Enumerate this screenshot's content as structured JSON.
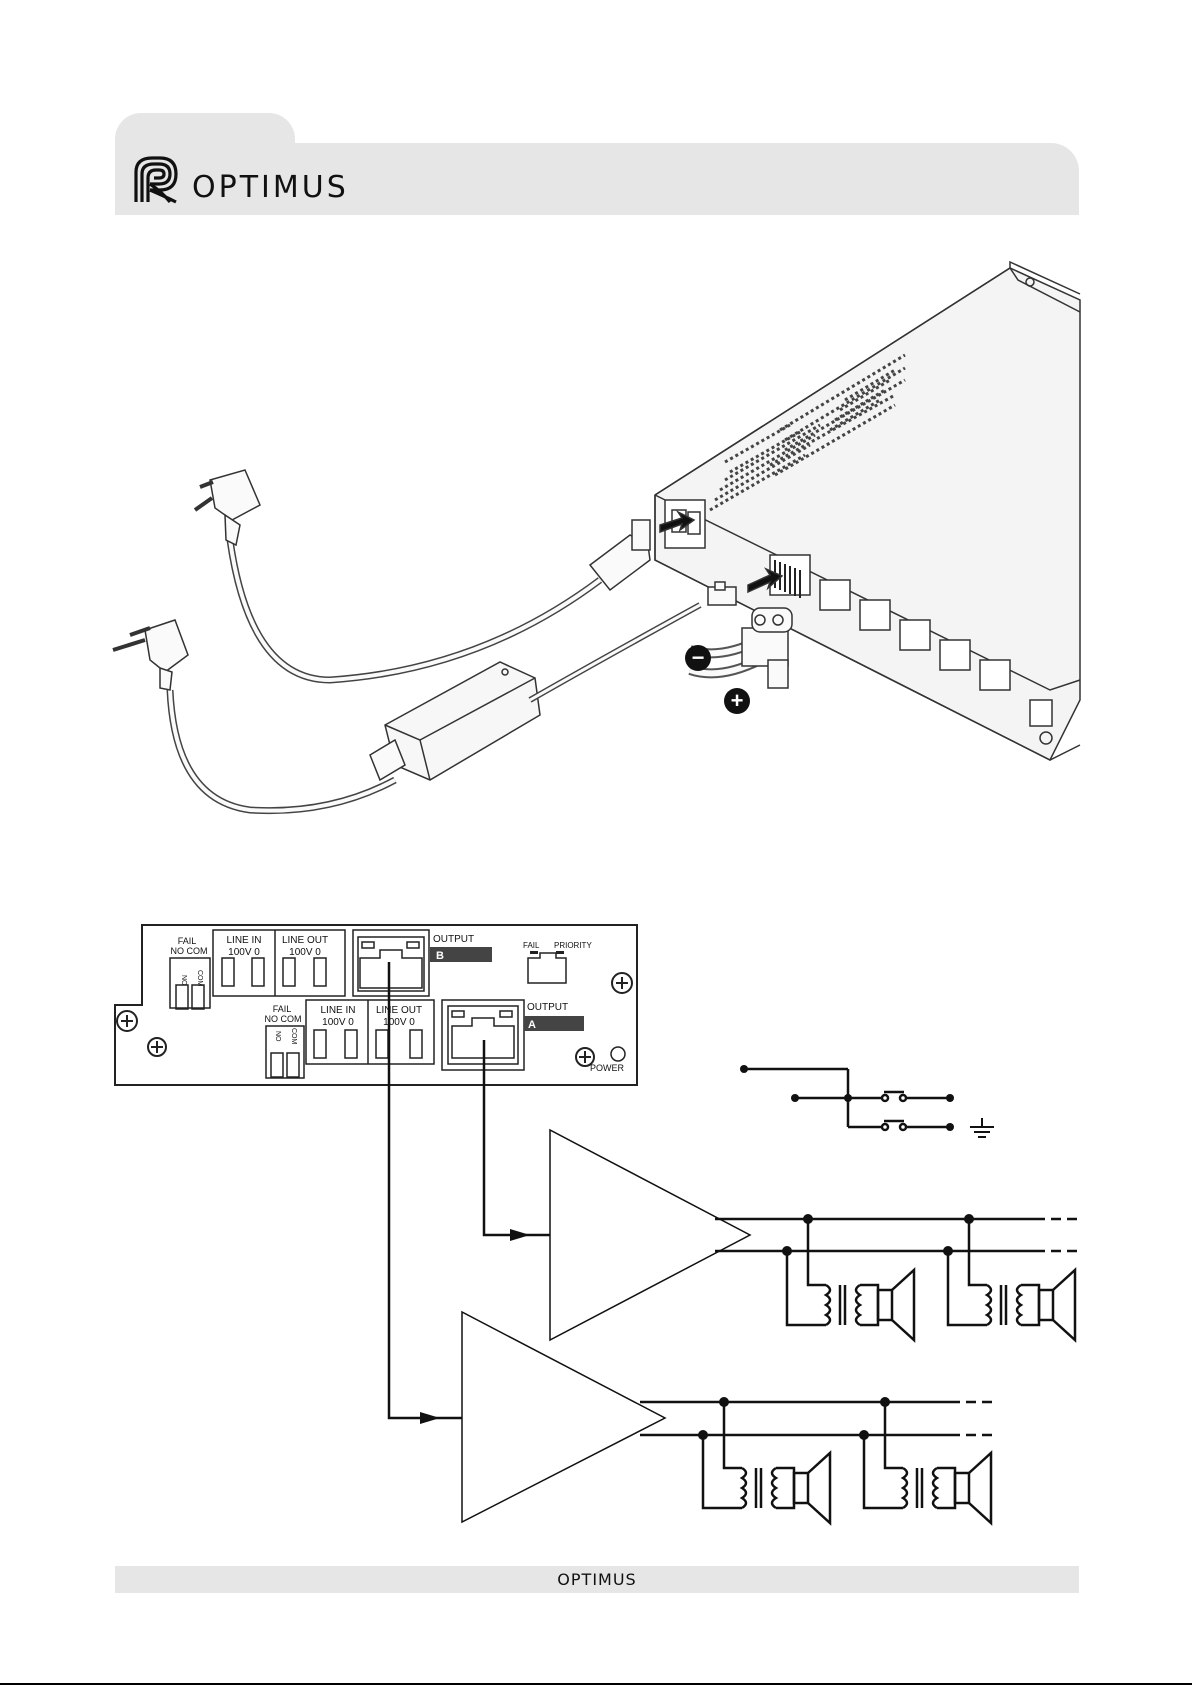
{
  "header": {
    "brand": "OPTIMUS"
  },
  "footer": {
    "brand": "OPTIMUS"
  },
  "power_diagram": {
    "polarity_minus": "−",
    "polarity_plus": "+"
  },
  "panel": {
    "upper": {
      "fail": "FAIL",
      "no_com": "NO COM",
      "line_in": "LINE IN",
      "line_in_sub": "100V   0",
      "line_out": "LINE OUT",
      "line_out_sub": "100V   0",
      "output_label": "OUTPUT",
      "output_letter": "B",
      "fail_status": "FAIL",
      "priority": "PRIORITY"
    },
    "lower": {
      "fail": "FAIL",
      "no_com": "NO COM",
      "line_in": "LINE IN",
      "line_in_sub": "100V   0",
      "line_out": "LINE OUT",
      "line_out_sub": "100V   0",
      "output_label": "OUTPUT",
      "output_letter": "A",
      "power": "POWER"
    },
    "terminal_no": "NO",
    "terminal_com": "COM"
  }
}
